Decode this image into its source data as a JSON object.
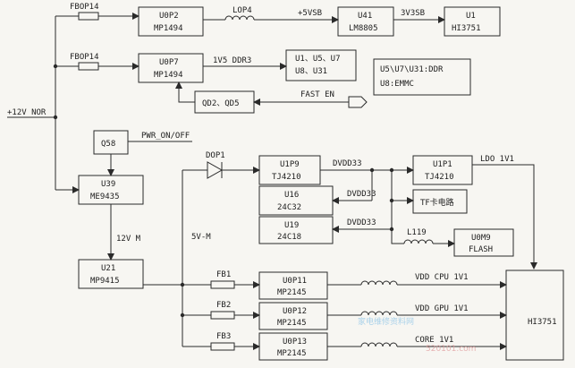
{
  "rail": {
    "label": "+12V NOR"
  },
  "fuses": {
    "f1": "FBOP14",
    "f2": "FBOP14",
    "f3": "FB1",
    "f4": "FB2",
    "f5": "FB3"
  },
  "blocks": {
    "u0p2": {
      "line1": "U0P2",
      "line2": "MP1494"
    },
    "u41": {
      "line1": "U41",
      "line2": "LM8805"
    },
    "u1_top": {
      "line1": "U1",
      "line2": "HI3751"
    },
    "u0p7": {
      "line1": "U0P7",
      "line2": "MP1494"
    },
    "ddr_loads": {
      "line1": "U1、U5、U7",
      "line2": "U8、U31"
    },
    "qd": {
      "line1": "QD2、QD5"
    },
    "q58": {
      "line1": "Q58"
    },
    "u39": {
      "line1": "U39",
      "line2": "ME9435"
    },
    "u21": {
      "line1": "U21",
      "line2": "MP9415"
    },
    "u1p9": {
      "line1": "U1P9",
      "line2": "TJ4210"
    },
    "u16": {
      "line1": "U16",
      "line2": "24C32"
    },
    "u19": {
      "line1": "U19",
      "line2": "24C18"
    },
    "u1p1": {
      "line1": "U1P1",
      "line2": "TJ4210"
    },
    "tf": {
      "line1": "TF卡电路"
    },
    "u0m9": {
      "line1": "U0M9",
      "line2": "FLASH"
    },
    "u0p11": {
      "line1": "U0P11",
      "line2": "MP2145"
    },
    "u0p12": {
      "line1": "U0P12",
      "line2": "MP2145"
    },
    "u0p13": {
      "line1": "U0P13",
      "line2": "MP2145"
    },
    "hi3751_big": {
      "line1": "HI3751"
    }
  },
  "legend": {
    "line1": "U5\\U7\\U31:DDR",
    "line2": "U8:EMMC"
  },
  "nets": {
    "lop4": "LOP4",
    "v5vsb": "+5VSB",
    "v3v3sb": "3V3SB",
    "v1v5ddr3": "1V5 DDR3",
    "fast_en": "FAST EN",
    "pwr_onoff": "PWR_ON/OFF",
    "dop1": "DOP1",
    "v12m": "12V M",
    "v5m": "5V-M",
    "dvdd33_a": "DVDD33",
    "dvdd33_b": "DVDD33",
    "dvdd33_c": "DVDD33",
    "ldo1v1": "LDO 1V1",
    "l119": "L119",
    "vdd_cpu": "VDD CPU 1V1",
    "vdd_gpu": "VDD GPU 1V1",
    "core": "CORE 1V1"
  },
  "watermark": {
    "text": "家电维修资料网",
    "url": "520101.com"
  }
}
